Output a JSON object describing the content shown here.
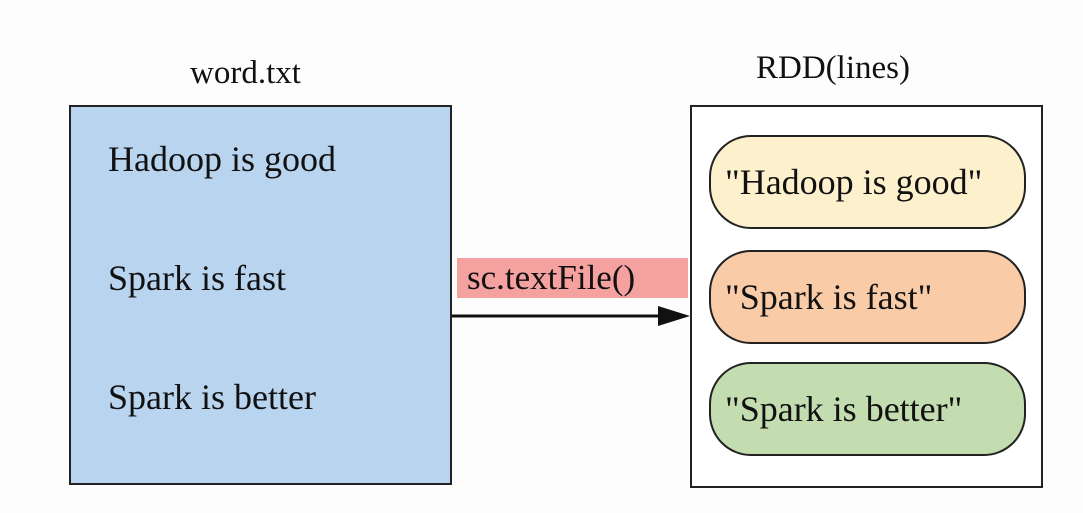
{
  "diagram": {
    "left_title": "word.txt",
    "right_title": "RDD(lines)",
    "file_lines": [
      "Hadoop is good",
      "Spark is fast",
      "Spark is better"
    ],
    "arrow_label": "sc.textFile()",
    "partitions": [
      {
        "text": "\"Hadoop is good\"",
        "color": "#fdf0cc"
      },
      {
        "text": "\"Spark is fast\"",
        "color": "#f9cba7"
      },
      {
        "text": "\"Spark is better\"",
        "color": "#c3dcb0"
      }
    ],
    "colors": {
      "file_box": "#b9d4ef",
      "arrow_label_bg": "#f4a1a0"
    }
  }
}
